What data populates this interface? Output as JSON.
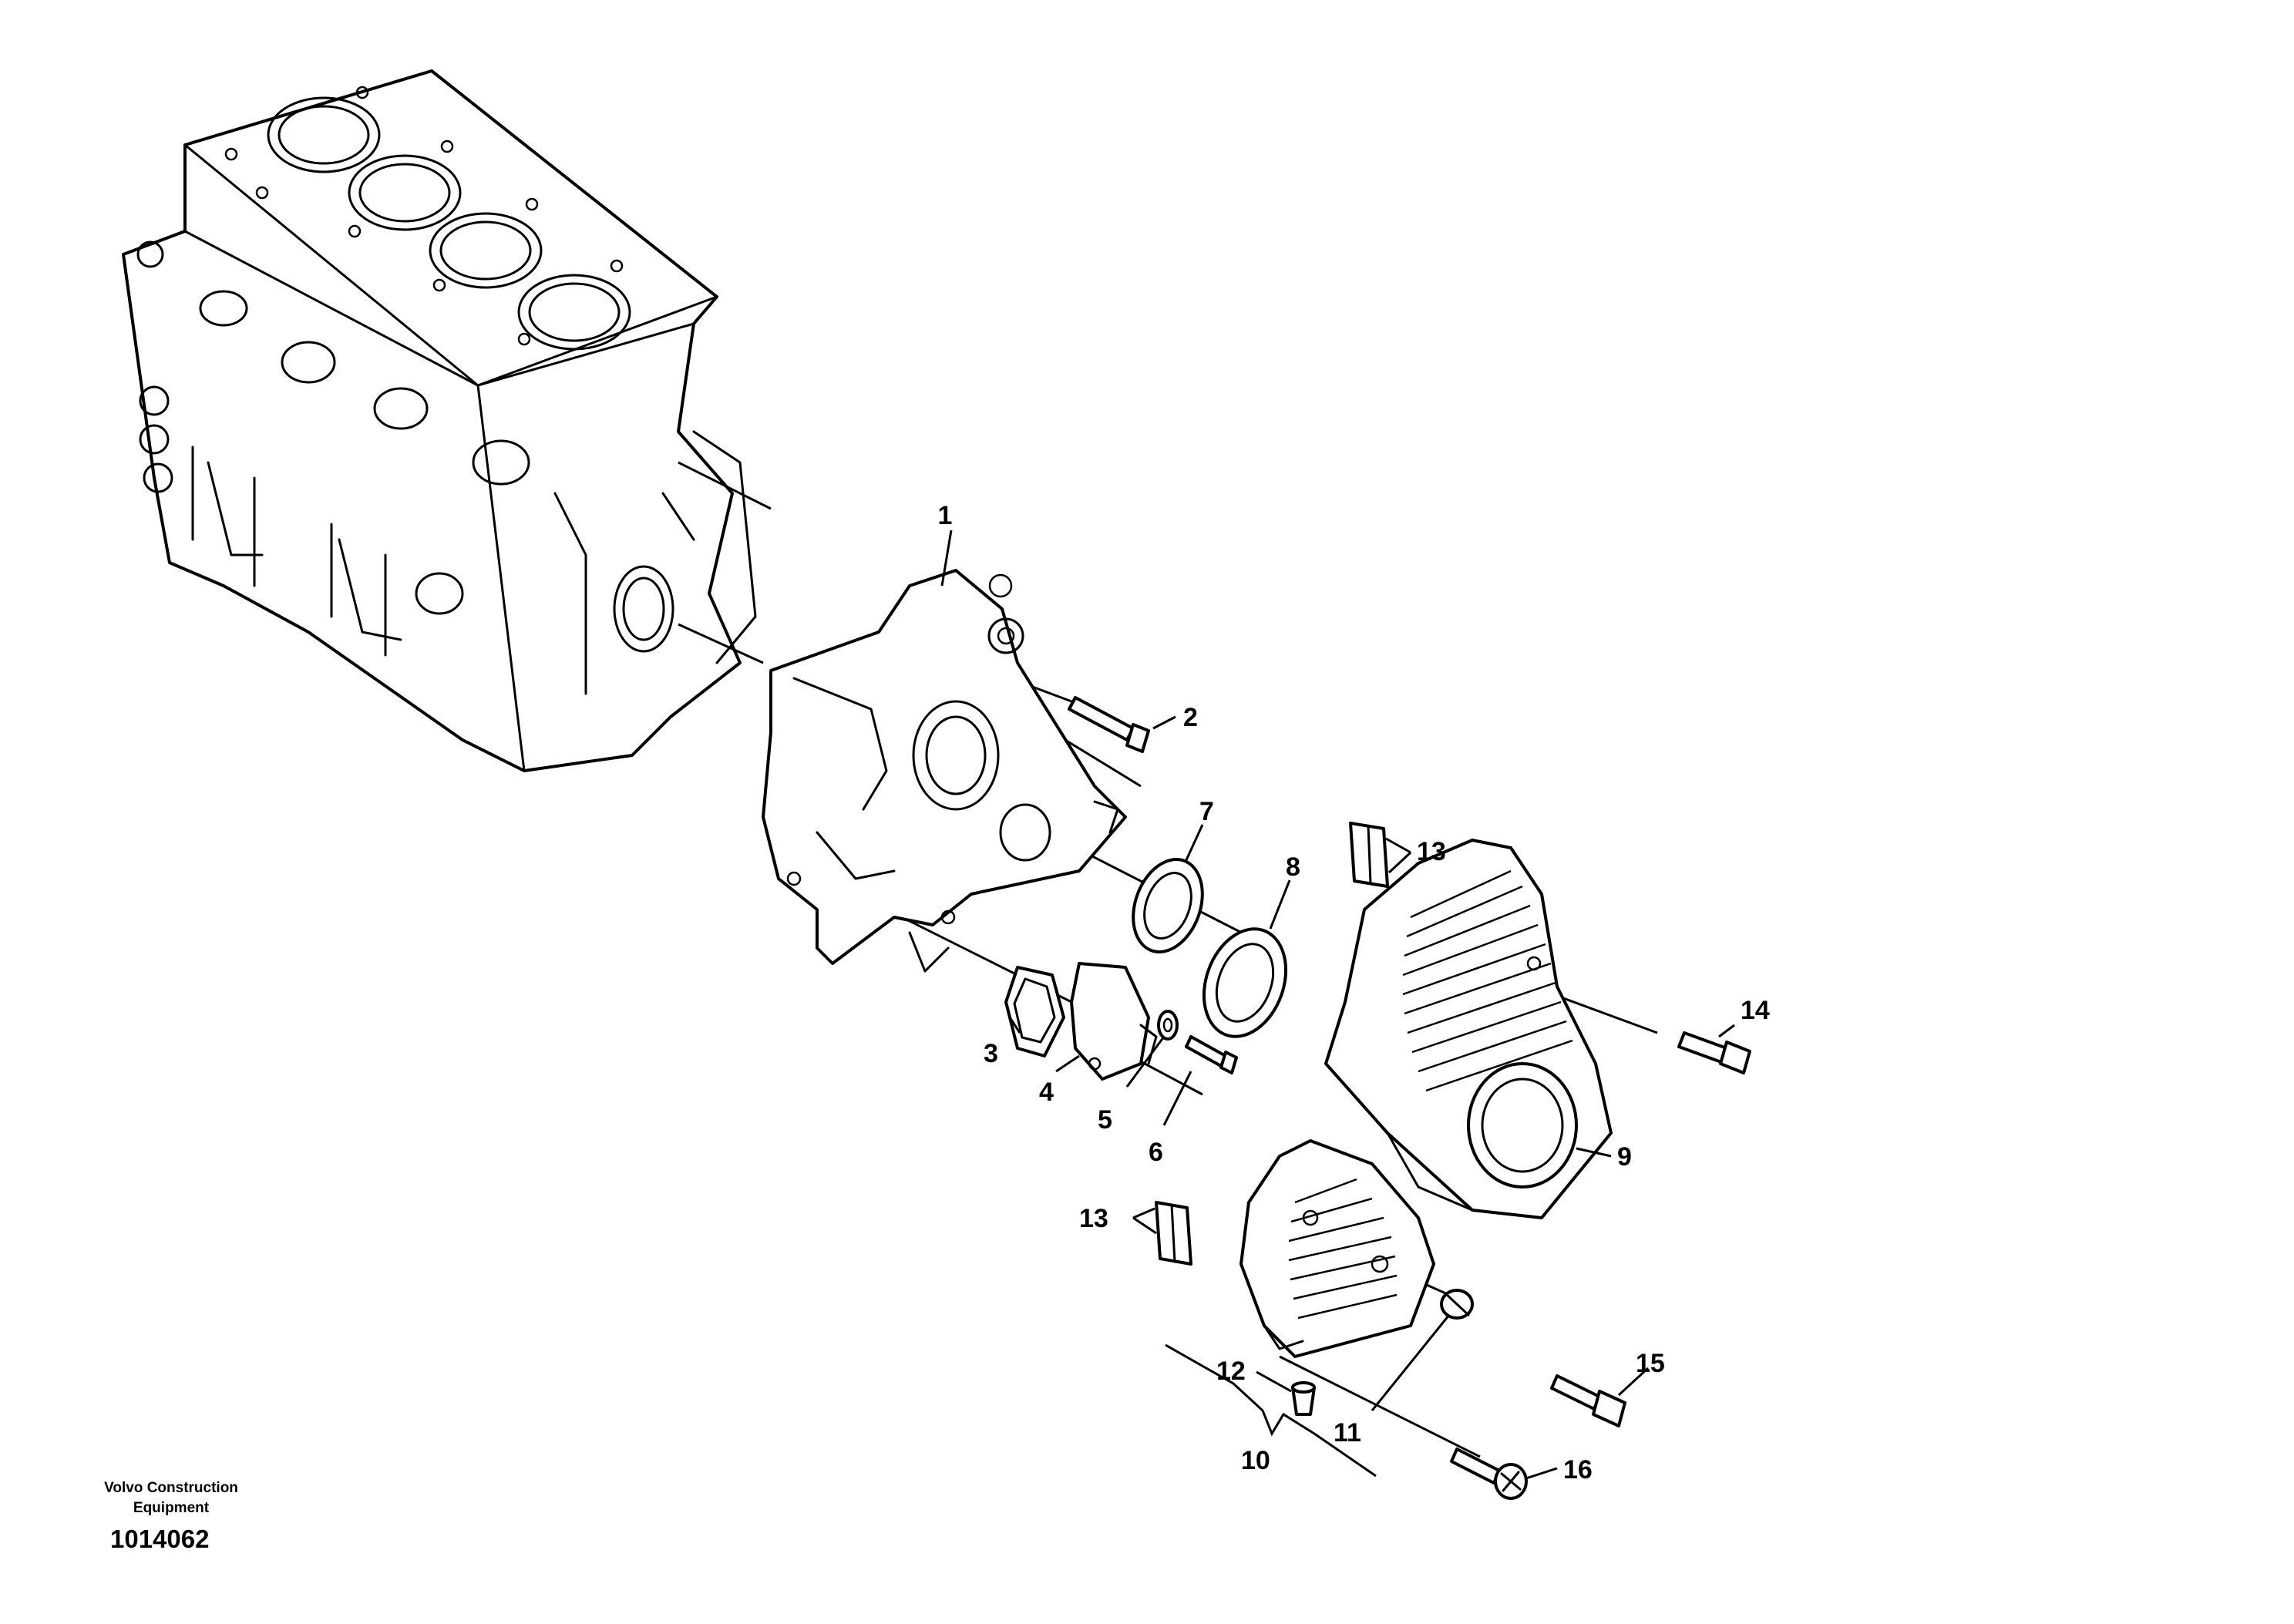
{
  "footer": {
    "publisher_line1": "Volvo Construction",
    "publisher_line2": "Equipment",
    "illustration_number": "1014062"
  },
  "callouts": {
    "c1": "1",
    "c2": "2",
    "c3": "3",
    "c4": "4",
    "c5": "5",
    "c6": "6",
    "c7": "7",
    "c8": "8",
    "c9": "9",
    "c10": "10",
    "c11": "11",
    "c12": "12",
    "c13a": "13",
    "c13b": "13",
    "c14": "14",
    "c15": "15",
    "c16": "16"
  }
}
